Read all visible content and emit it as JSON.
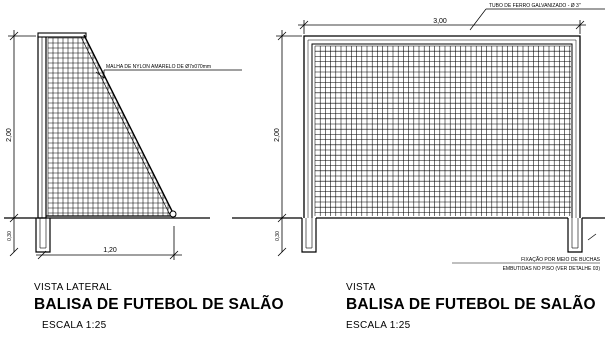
{
  "left_view": {
    "view_label": "VISTA LATERAL",
    "title": "BALISA DE FUTEBOL DE SALÃO",
    "scale": "ESCALA 1:25",
    "net_note": "MALHA DE NYLON AMARELO DE Ø7x070mm",
    "dim_height": "2,00",
    "dim_base": "0,30",
    "dim_depth": "1,20"
  },
  "right_view": {
    "view_label": "VISTA",
    "title": "BALISA DE FUTEBOL DE SALÃO",
    "scale": "ESCALA 1:25",
    "frame_note": "TUBO DE FERRO GALVANIZADO - Ø 3\"",
    "dim_width": "3,00",
    "dim_height": "2,00",
    "dim_base": "0,30",
    "fixing_note_line1": "FIXAÇÃO POR MEIO DE BUCHAS",
    "fixing_note_line2": "EMBUTIDAS NO PISO (VER DETALHE 03)"
  }
}
